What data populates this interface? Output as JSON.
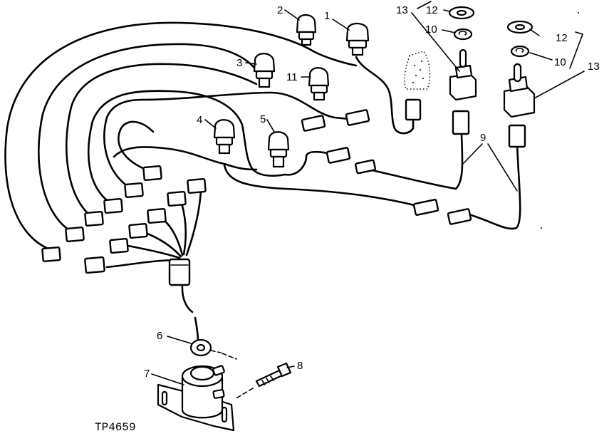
{
  "callouts": {
    "c1": "1",
    "c2": "2",
    "c3": "3",
    "c4": "4",
    "c5": "5",
    "c6": "6",
    "c7": "7",
    "c8": "8",
    "c9": "9",
    "c10a": "10",
    "c10b": "10",
    "c11": "11",
    "c12a": "12",
    "c12b": "12",
    "c13a": "13",
    "c13b": "13"
  },
  "figure_code": "TP4659"
}
